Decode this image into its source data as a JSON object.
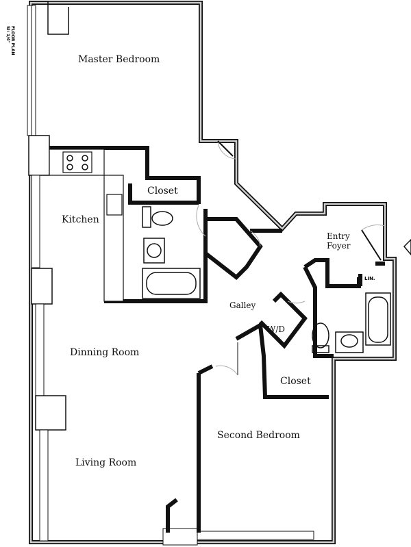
{
  "title_block": {
    "title": "FLOOR PLAN",
    "scale": "SI: 1/4\""
  },
  "rooms": {
    "master_bedroom": "Master Bedroom",
    "closet_1": "Closet",
    "kitchen": "Kitchen",
    "entry_foyer_line1": "Entry",
    "entry_foyer_line2": "Foyer",
    "linen": "LIN.",
    "galley": "Galley",
    "washer_dryer": "W/D",
    "closet_2": "Closet",
    "dining_room": "Dinning Room",
    "second_bedroom": "Second Bedroom",
    "living_room": "Living Room"
  }
}
